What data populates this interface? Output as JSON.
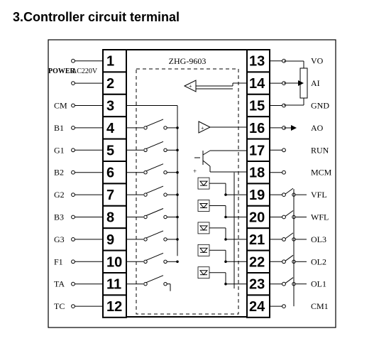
{
  "title": "3.Controller circuit terminal",
  "chip_label": "ZHG-9603",
  "power_label": "POWER",
  "ac_label": "AC220V",
  "left_terminals": [
    {
      "num": "1",
      "label": ""
    },
    {
      "num": "2",
      "label": ""
    },
    {
      "num": "3",
      "label": "CM"
    },
    {
      "num": "4",
      "label": "B1"
    },
    {
      "num": "5",
      "label": "G1"
    },
    {
      "num": "6",
      "label": "B2"
    },
    {
      "num": "7",
      "label": "G2"
    },
    {
      "num": "8",
      "label": "B3"
    },
    {
      "num": "9",
      "label": "G3"
    },
    {
      "num": "10",
      "label": "F1"
    },
    {
      "num": "11",
      "label": "TA"
    },
    {
      "num": "12",
      "label": "TC"
    }
  ],
  "right_terminals": [
    {
      "num": "13",
      "label": "VO"
    },
    {
      "num": "14",
      "label": "AI"
    },
    {
      "num": "15",
      "label": "GND"
    },
    {
      "num": "16",
      "label": "AO"
    },
    {
      "num": "17",
      "label": "RUN"
    },
    {
      "num": "18",
      "label": "MCM"
    },
    {
      "num": "19",
      "label": "VFL"
    },
    {
      "num": "20",
      "label": "WFL"
    },
    {
      "num": "21",
      "label": "OL3"
    },
    {
      "num": "22",
      "label": "OL2"
    },
    {
      "num": "23",
      "label": "OL1"
    },
    {
      "num": "24",
      "label": "CM1"
    }
  ]
}
